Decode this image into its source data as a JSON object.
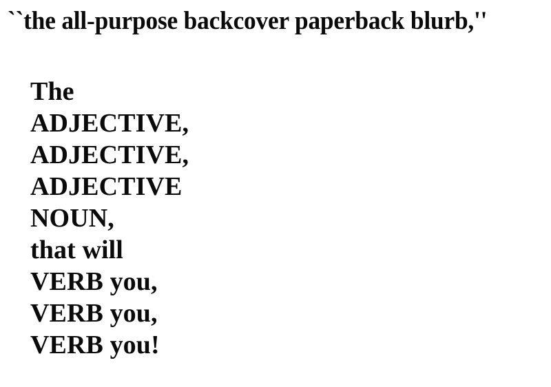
{
  "document": {
    "background_color": "#ffffff",
    "text_color": "#000000",
    "title": "``the all-purpose backcover paperback blurb,''",
    "lines": [
      {
        "text": "The"
      },
      {
        "text": "ADJECTIVE,"
      },
      {
        "text": "ADJECTIVE,"
      },
      {
        "text": "ADJECTIVE"
      },
      {
        "text": "NOUN,"
      },
      {
        "text": "that will"
      },
      {
        "text": "VERB you,"
      },
      {
        "text": "VERB you,"
      },
      {
        "text": "VERB you!"
      }
    ]
  }
}
